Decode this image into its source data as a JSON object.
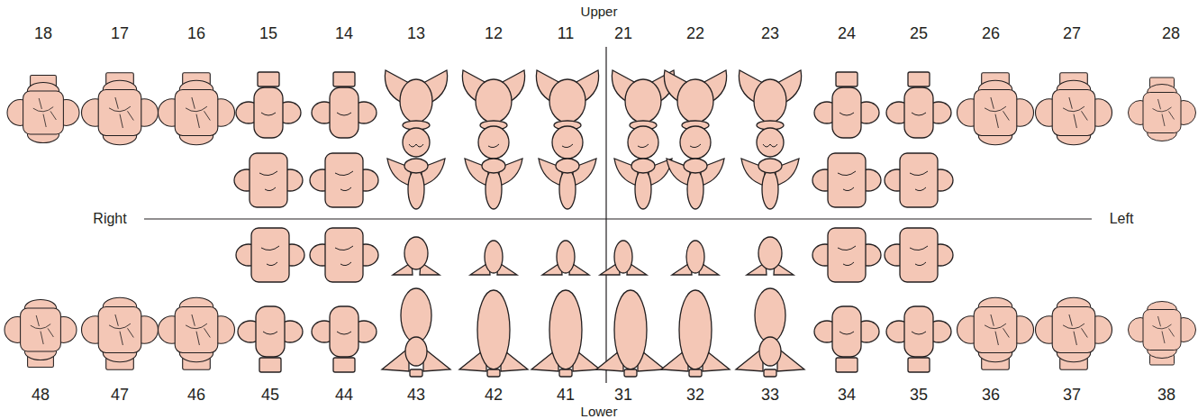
{
  "diagram": {
    "labels": [
      "Upper",
      "18",
      "17",
      "16",
      "15",
      "14",
      "13",
      "12",
      "11",
      "21",
      "22",
      "23",
      "24",
      "25",
      "26",
      "27",
      "28",
      "Right",
      "Left",
      "48",
      "47",
      "46",
      "45",
      "44",
      "43",
      "42",
      "41",
      "31",
      "32",
      "33",
      "34",
      "35",
      "36",
      "37",
      "38",
      "Lower"
    ]
  }
}
